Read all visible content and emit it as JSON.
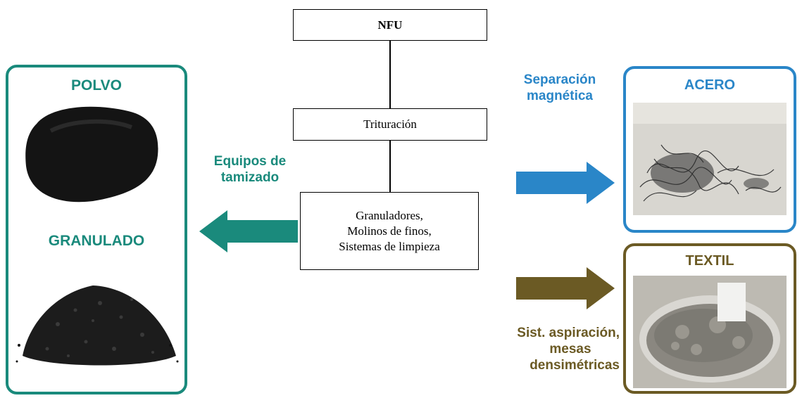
{
  "flow": {
    "top": "NFU",
    "middle": "Trituración",
    "bottom_lines": [
      "Granuladores,",
      "Molinos de finos,",
      "Sistemas de limpieza"
    ]
  },
  "left_panel": {
    "title_top": "POLVO",
    "title_bottom": "GRANULADO",
    "color": "#1a8a7c"
  },
  "left_arrow": {
    "label_lines": [
      "Equipos de",
      "tamizado"
    ],
    "color": "#1a8a7c"
  },
  "steel_panel": {
    "title": "ACERO",
    "color": "#2a86c8"
  },
  "steel_arrow": {
    "label_lines": [
      "Separación",
      "magnética"
    ],
    "color": "#2a86c8"
  },
  "textile_panel": {
    "title": "TEXTIL",
    "color": "#6b5a24"
  },
  "textile_arrow": {
    "label_lines": [
      "Sist. aspiración,",
      "mesas",
      "densimétricas"
    ],
    "color": "#6b5a24"
  }
}
